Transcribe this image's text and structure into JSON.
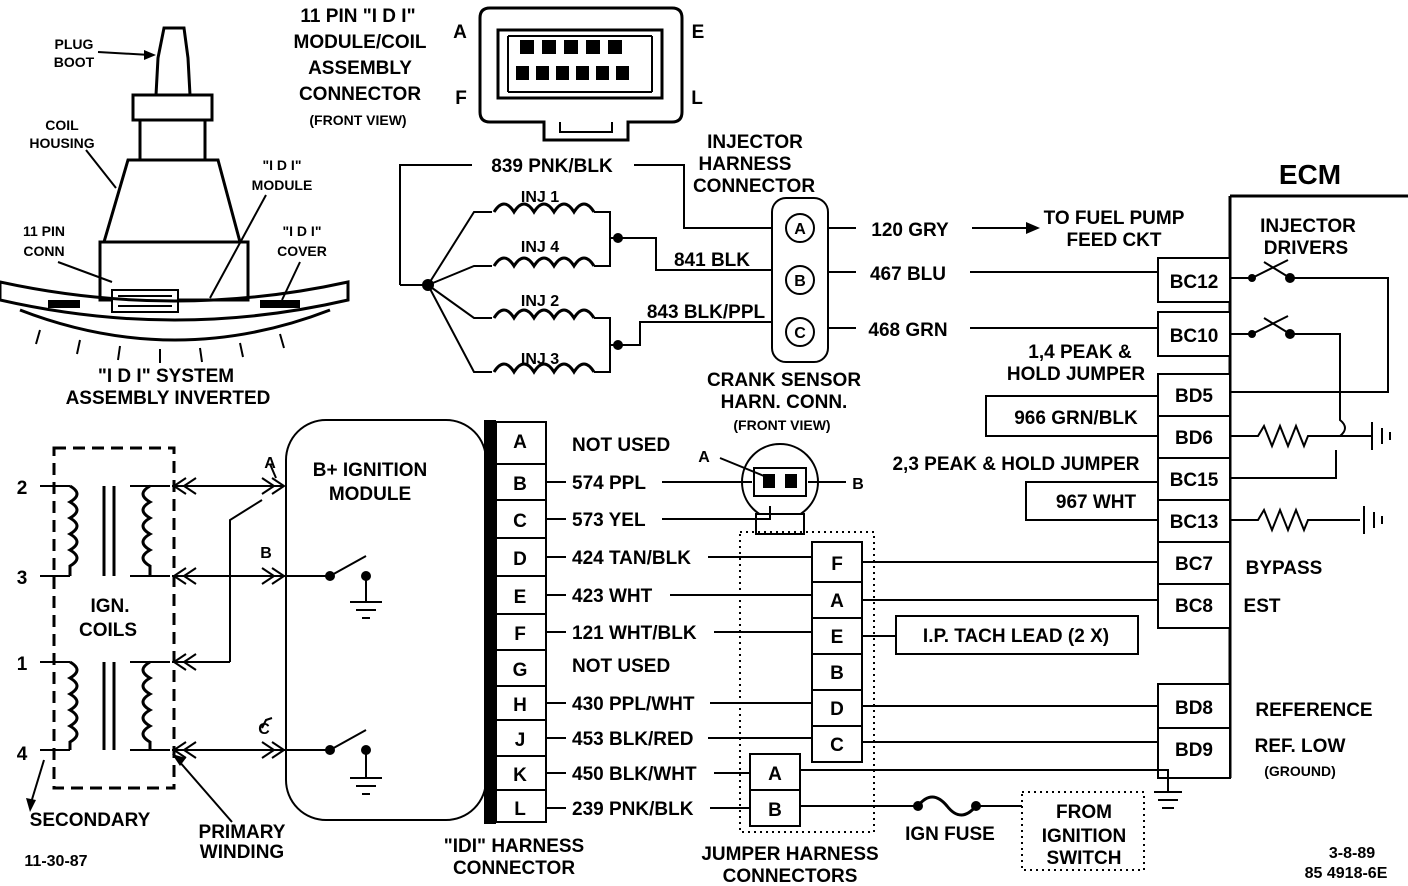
{
  "idi_connector": {
    "title_l1": "11 PIN \"I D I\"",
    "title_l2": "MODULE/COIL",
    "title_l3": "ASSEMBLY",
    "title_l4": "CONNECTOR",
    "view": "(FRONT VIEW)",
    "pin_a": "A",
    "pin_e": "E",
    "pin_f": "F",
    "pin_l": "L"
  },
  "assembly": {
    "plug_boot_l1": "PLUG",
    "plug_boot_l2": "BOOT",
    "coil_housing_l1": "COIL",
    "coil_housing_l2": "HOUSING",
    "idi_module_l1": "\"I D I\"",
    "idi_module_l2": "MODULE",
    "conn_l1": "11 PIN",
    "conn_l2": "CONN",
    "cover_l1": "\"I D I\"",
    "cover_l2": "COVER",
    "caption_l1": "\"I D I\" SYSTEM",
    "caption_l2": "ASSEMBLY INVERTED"
  },
  "injectors": {
    "inj1": "INJ 1",
    "inj4": "INJ 4",
    "inj2": "INJ 2",
    "inj3": "INJ 3",
    "wire_839": "839 PNK/BLK",
    "wire_841": "841 BLK",
    "wire_843": "843 BLK/PPL",
    "harness_l1": "INJECTOR",
    "harness_l2": "HARNESS",
    "harness_l3": "CONNECTOR",
    "pin_a": "A",
    "pin_b": "B",
    "pin_c": "C",
    "wire_120": "120 GRY",
    "wire_467": "467 BLU",
    "wire_468": "468 GRN",
    "fuel_l1": "TO FUEL PUMP",
    "fuel_l2": "FEED CKT"
  },
  "crank": {
    "l1": "CRANK SENSOR",
    "l2": "HARN. CONN.",
    "l3": "(FRONT VIEW)",
    "pin_a": "A",
    "pin_b": "B"
  },
  "ecm": {
    "title": "ECM",
    "drivers_l1": "INJECTOR",
    "drivers_l2": "DRIVERS",
    "peak14_l1": "1,4 PEAK &",
    "peak14_l2": "HOLD JUMPER",
    "wire_966": "966 GRN/BLK",
    "peak23": "2,3 PEAK & HOLD JUMPER",
    "wire_967": "967 WHT",
    "pins": [
      "BC12",
      "BC10",
      "BD5",
      "BD6",
      "BC15",
      "BC13",
      "BC7",
      "BC8",
      "BD8",
      "BD9"
    ],
    "bypass": "BYPASS",
    "est": "EST",
    "reference": "REFERENCE",
    "ref_low": "REF.  LOW",
    "ground": "(GROUND)"
  },
  "coils": {
    "t2": "2",
    "t3": "3",
    "t1": "1",
    "t4": "4",
    "ign_l1": "IGN.",
    "ign_l2": "COILS",
    "secondary": "SECONDARY",
    "primary_l1": "PRIMARY",
    "primary_l2": "WINDING",
    "tap_a": "A",
    "tap_b": "B",
    "tap_c": "C"
  },
  "module": {
    "l1": "B+ IGNITION",
    "l2": "MODULE"
  },
  "harness": {
    "pins": [
      "A",
      "B",
      "C",
      "D",
      "E",
      "F",
      "G",
      "H",
      "J",
      "K",
      "L"
    ],
    "wires": [
      "NOT USED",
      "574 PPL",
      "573 YEL",
      "424 TAN/BLK",
      "423 WHT",
      "121 WHT/BLK",
      "NOT USED",
      "430 PPL/WHT",
      "453 BLK/RED",
      "450 BLK/WHT",
      "239  PNK/BLK"
    ],
    "label_l1": "\"IDI\" HARNESS",
    "label_l2": "CONNECTOR"
  },
  "jumper": {
    "pins": [
      "F",
      "A",
      "E",
      "B",
      "D",
      "C"
    ],
    "pins2": [
      "A",
      "B"
    ],
    "label_l1": "JUMPER HARNESS",
    "label_l2": "CONNECTORS",
    "tach": "I.P. TACH LEAD  (2 X)"
  },
  "footer": {
    "ign_fuse": "IGN FUSE",
    "from_l1": "FROM",
    "from_l2": "IGNITION",
    "from_l3": "SWITCH",
    "date_left": "11-30-87",
    "date_right": "3-8-89",
    "drawing_no": "85 4918-6E"
  }
}
